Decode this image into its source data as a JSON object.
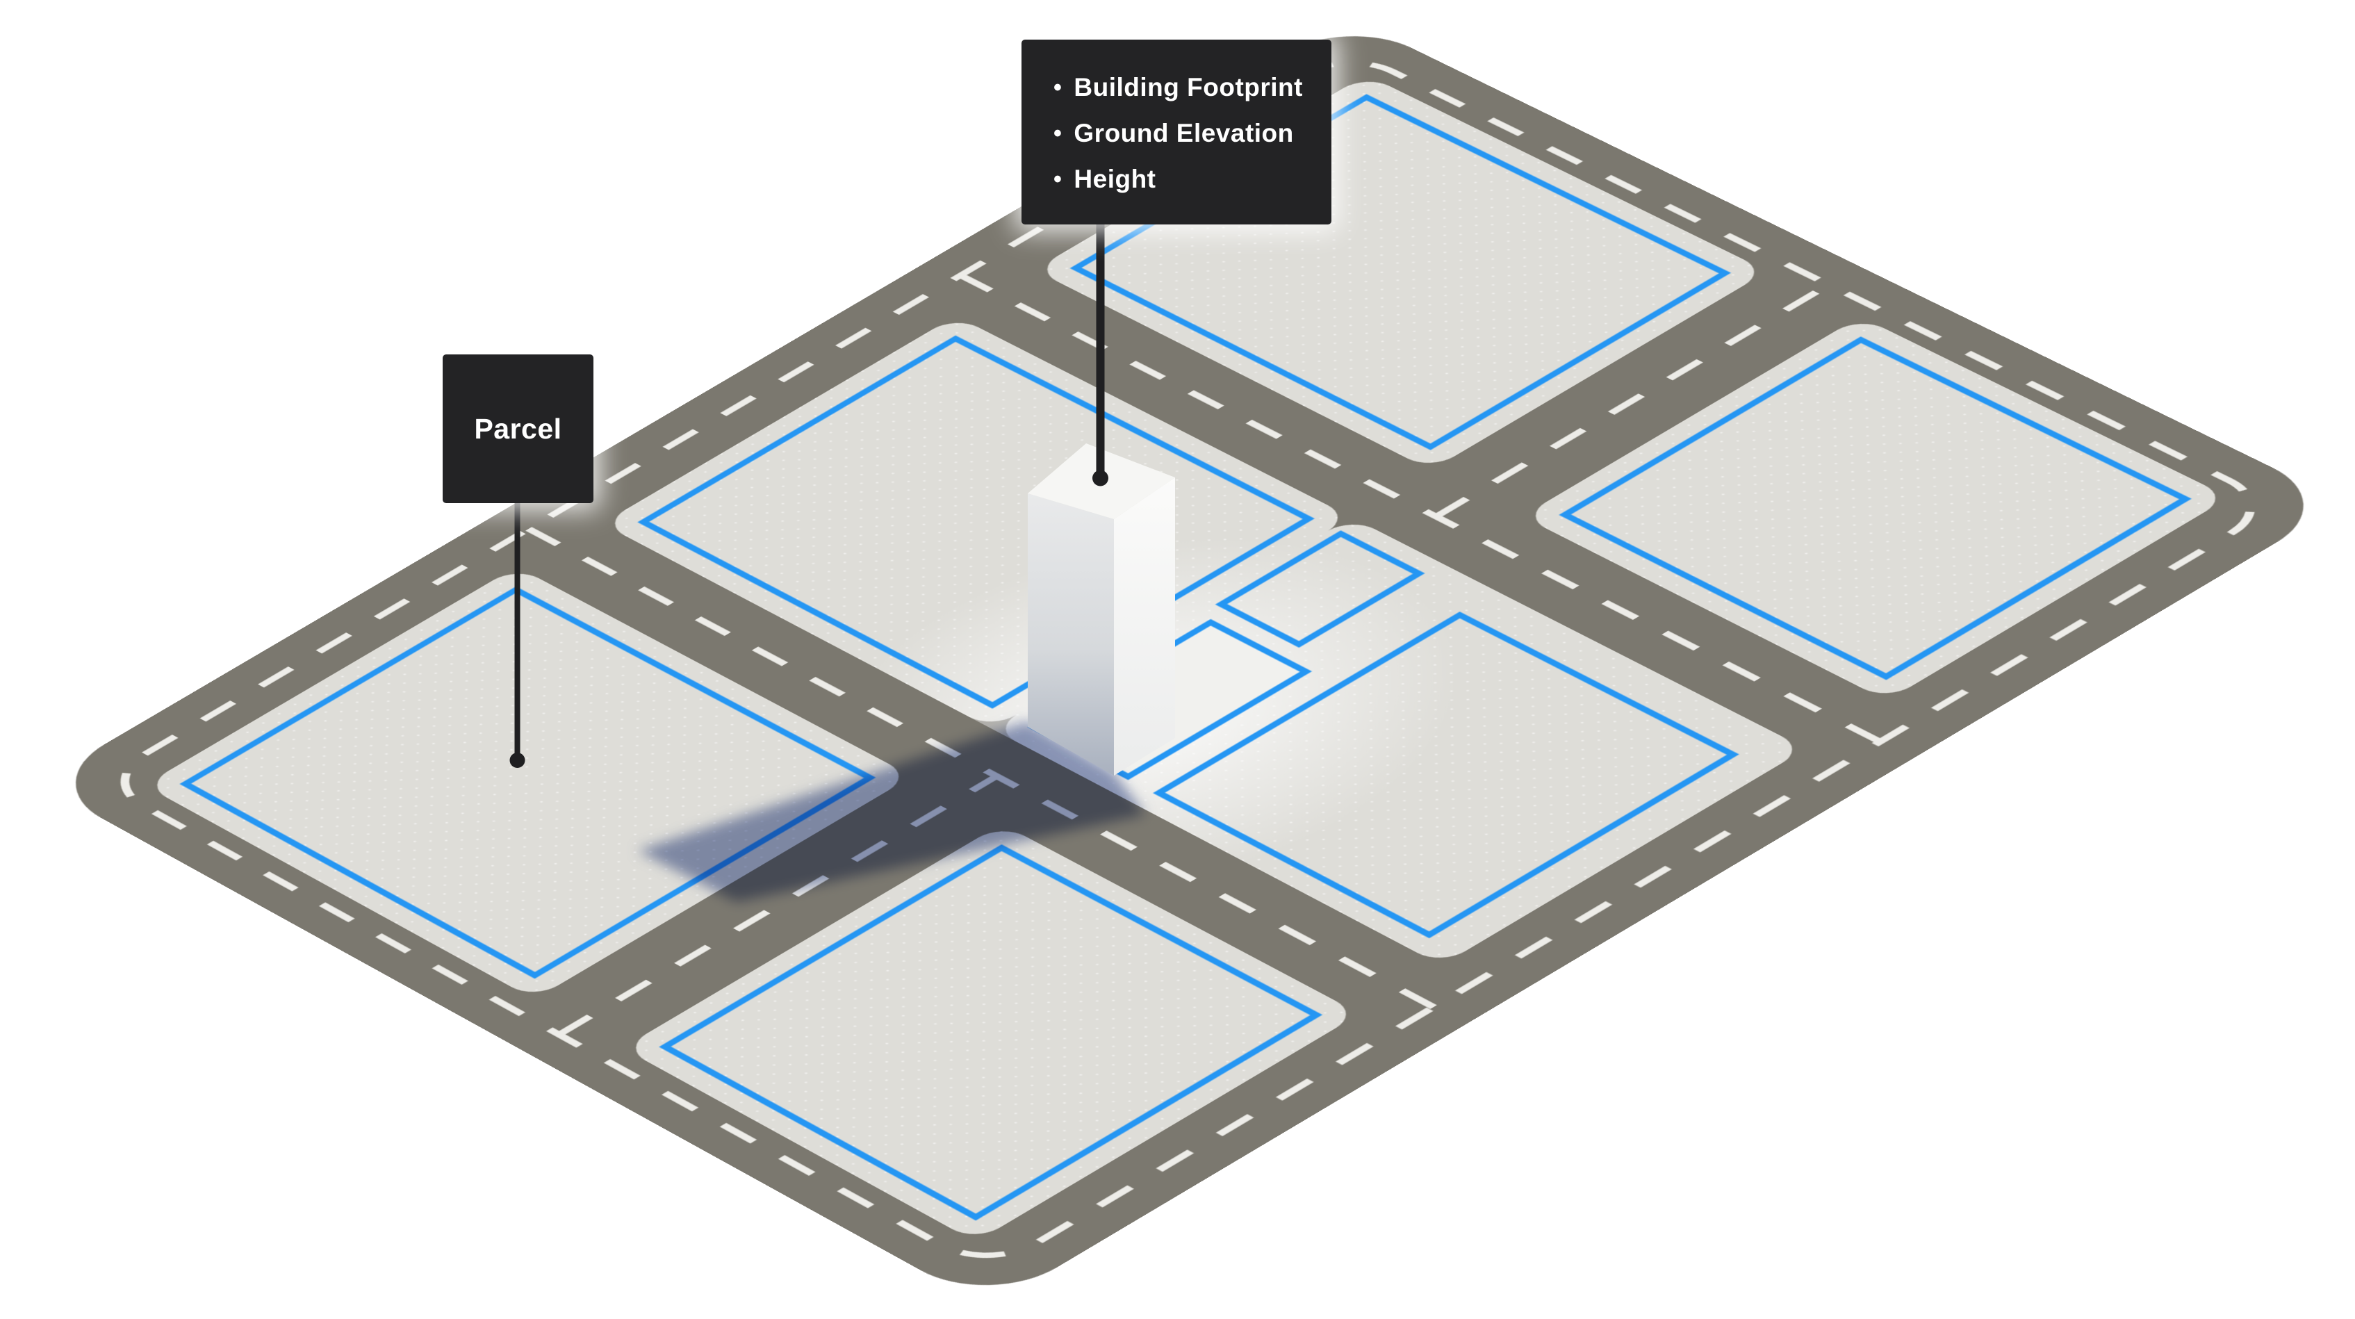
{
  "callout_properties": {
    "items": [
      {
        "bullet": "•",
        "label": "Building Footprint"
      },
      {
        "bullet": "•",
        "label": "Ground Elevation"
      },
      {
        "bullet": "•",
        "label": "Height"
      }
    ]
  },
  "callout_parcel": {
    "label": "Parcel"
  },
  "palette": {
    "road": "#7b786f",
    "ground": "#deddd8",
    "parcel_outline_blue": "#2596f3",
    "building_white": "#f2f2f0",
    "building_parcel_fill": "#f1f1ee",
    "shadow_blue": "#8a97bd",
    "centerline_dash": "#f4f3ef",
    "callout_bg": "#232325",
    "callout_text": "#ffffff",
    "leader_line": "#1f1f21",
    "background": "#ffffff"
  },
  "scene": {
    "parcel_outline_count": 8,
    "building_count": 1,
    "road_marking": "white dashed centerlines"
  }
}
